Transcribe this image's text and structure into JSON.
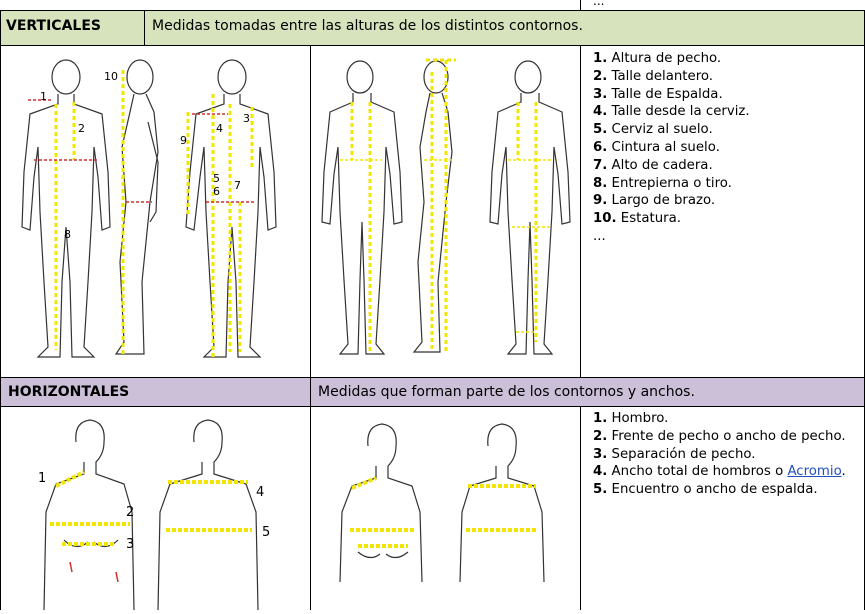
{
  "top_ellipsis": "...",
  "verticales": {
    "title": "VERTICALES",
    "description": "Medidas tomadas entre las alturas de los distintos contornos.",
    "items": [
      {
        "n": "1.",
        "text": "Altura de pecho."
      },
      {
        "n": "2.",
        "text": "Talle delantero."
      },
      {
        "n": "3.",
        "text": "Talle de Espalda."
      },
      {
        "n": "4.",
        "text": "Talle desde la cerviz."
      },
      {
        "n": "5.",
        "text": "Cerviz al suelo."
      },
      {
        "n": "6.",
        "text": "Cintura al suelo."
      },
      {
        "n": "7.",
        "text": "Alto de cadera."
      },
      {
        "n": "8.",
        "text": "Entrepierna o tiro."
      },
      {
        "n": "9.",
        "text": "Largo de brazo."
      },
      {
        "n": "10.",
        "text": "Estatura."
      }
    ],
    "more": "...",
    "figure_labels": [
      "1",
      "2",
      "3",
      "4",
      "5",
      "6",
      "7",
      "8",
      "9",
      "10"
    ]
  },
  "horizontales": {
    "title": "HORIZONTALES",
    "description": "Medidas que forman parte de los contornos y anchos.",
    "items": [
      {
        "n": "1.",
        "text": "Hombro."
      },
      {
        "n": "2.",
        "text": "Frente de pecho o ancho de pecho."
      },
      {
        "n": "3.",
        "text": "Separación de pecho."
      },
      {
        "n": "4.",
        "text": "Ancho total de hombros o ",
        "link": "Acromio",
        "after": "."
      },
      {
        "n": "5.",
        "text": "Encuentro o ancho de espalda."
      }
    ],
    "figure_labels": [
      "1",
      "2",
      "3",
      "4",
      "5"
    ]
  },
  "colors": {
    "header_green": "#d6e3bc",
    "header_purple": "#ccc0d9",
    "measure_yellow": "#f2e600",
    "measure_red": "#d03030",
    "link_blue": "#1f4fbf"
  }
}
